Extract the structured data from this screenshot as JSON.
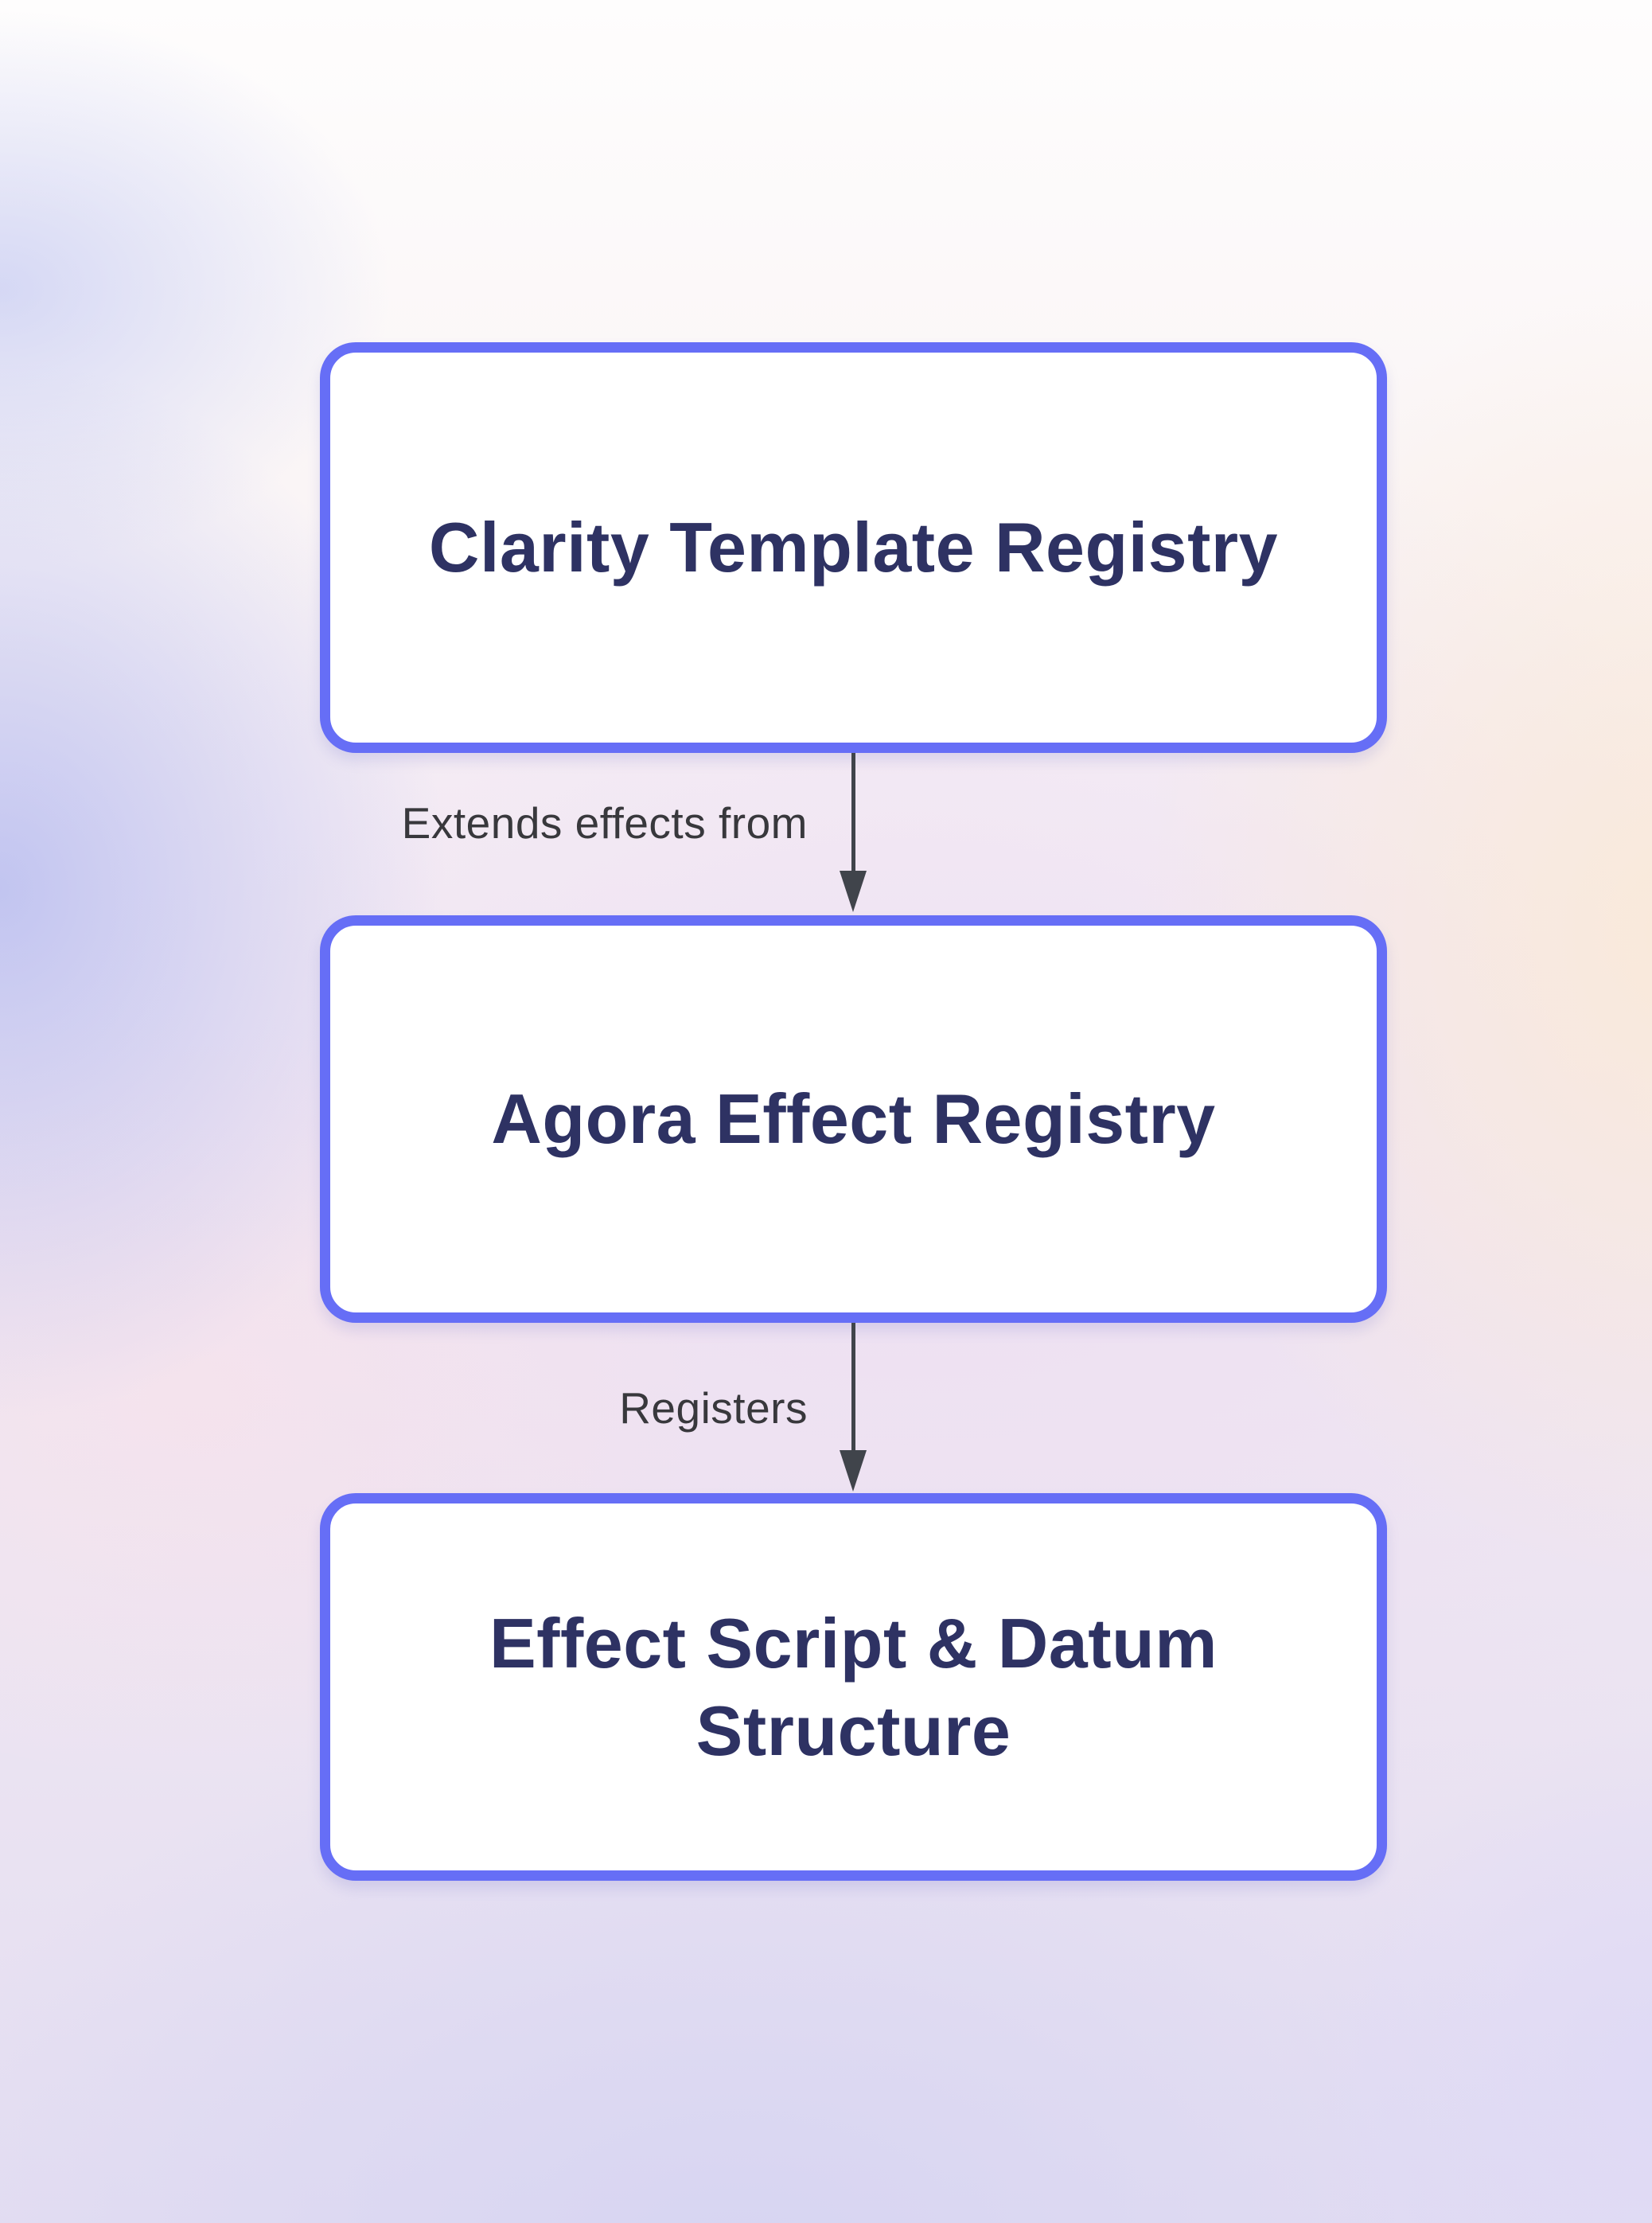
{
  "diagram": {
    "nodes": [
      {
        "label": "Clarity Template Registry"
      },
      {
        "label": "Agora Effect Registry"
      },
      {
        "label": "Effect Script & Datum Structure"
      }
    ],
    "edges": [
      {
        "from": "Clarity Template Registry",
        "to": "Agora Effect Registry",
        "label": "Extends effects from"
      },
      {
        "from": "Agora Effect Registry",
        "to": "Effect Script & Datum Structure",
        "label": "Registers"
      }
    ],
    "colors": {
      "node_border": "#666ef6",
      "node_fill": "#ffffff",
      "node_text": "#2e3263",
      "edge_label": "#38383c",
      "arrow": "#40444b"
    }
  }
}
